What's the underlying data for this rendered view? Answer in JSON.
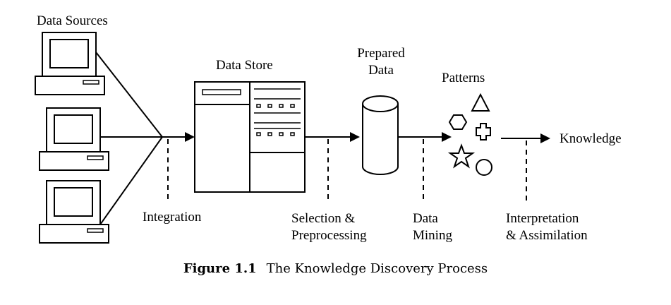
{
  "labels": {
    "data_sources": "Data Sources",
    "data_store": "Data Store",
    "prepared_data": [
      "Prepared",
      "Data"
    ],
    "patterns": "Patterns",
    "knowledge": "Knowledge",
    "integration": "Integration",
    "selection": [
      "Selection &",
      "Preprocessing"
    ],
    "data_mining": [
      "Data",
      "Mining"
    ],
    "interpretation": [
      "Interpretation",
      "& Assimilation"
    ]
  },
  "caption": {
    "number": "Figure 1.1",
    "text": "The Knowledge Discovery Process"
  },
  "icons": [
    "computer-icon",
    "server-cabinet-icon",
    "database-cylinder-icon",
    "hexagon-icon",
    "triangle-icon",
    "cross-icon",
    "star-icon",
    "circle-icon",
    "arrow-icon"
  ],
  "colors": {
    "stroke": "#000000",
    "background": "#ffffff"
  }
}
